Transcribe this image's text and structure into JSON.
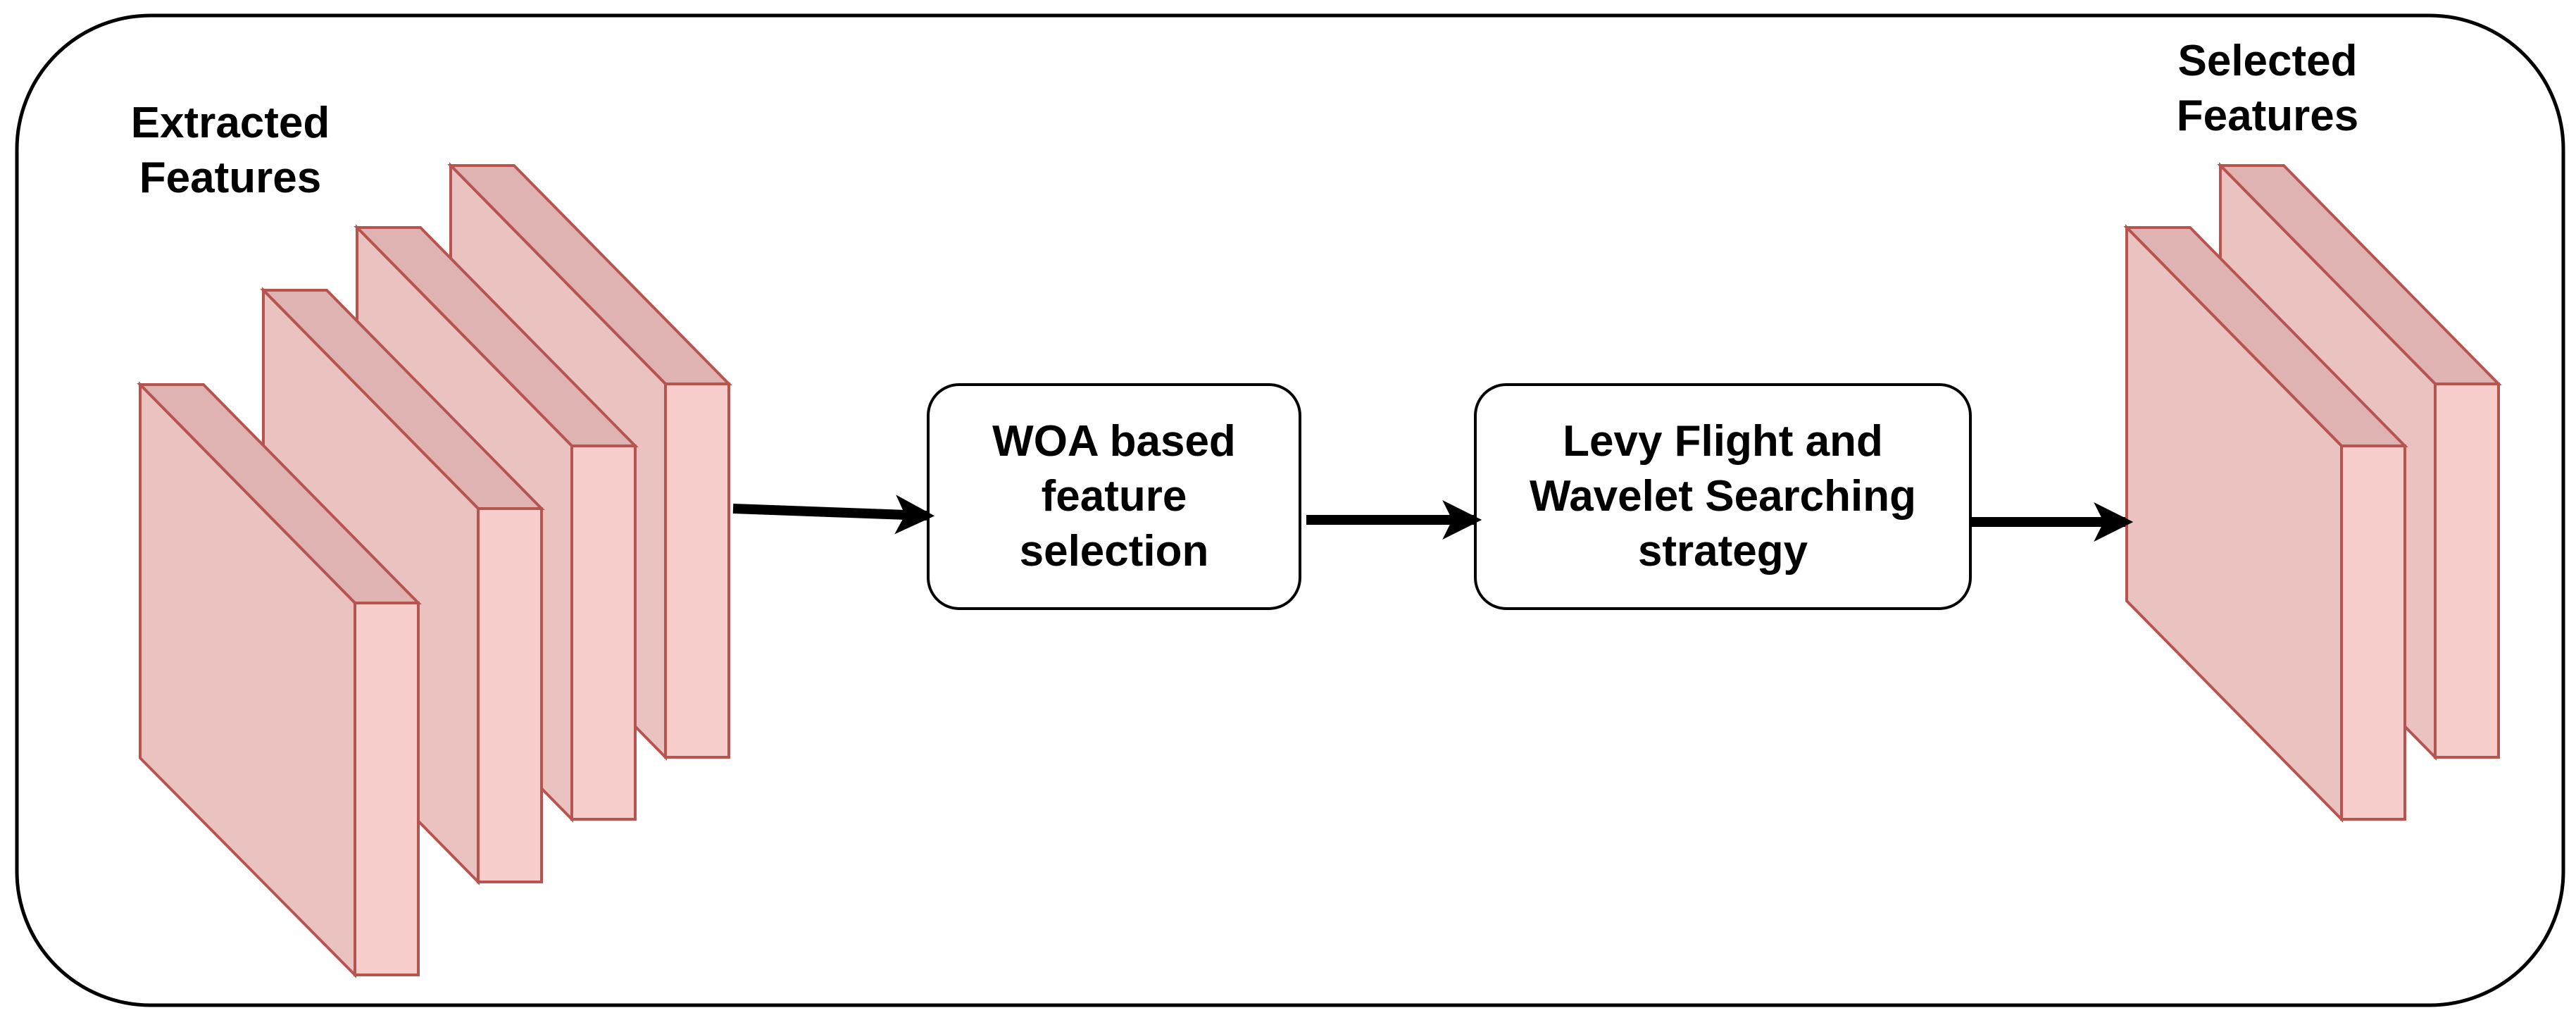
{
  "diagram": {
    "input_label": [
      "Extracted",
      "Features"
    ],
    "output_label": [
      "Selected",
      "Features"
    ],
    "step1": [
      "WOA based",
      "feature",
      "selection"
    ],
    "step2": [
      "Levy Flight and",
      "Wavelet Searching",
      "strategy"
    ]
  },
  "colors": {
    "slab_front": "#f8cecc",
    "slab_side": "#eac3c1",
    "slab_top": "#deb3b1",
    "slab_stroke": "#b85450",
    "box_fill": "#ffffff",
    "line": "#000000"
  }
}
